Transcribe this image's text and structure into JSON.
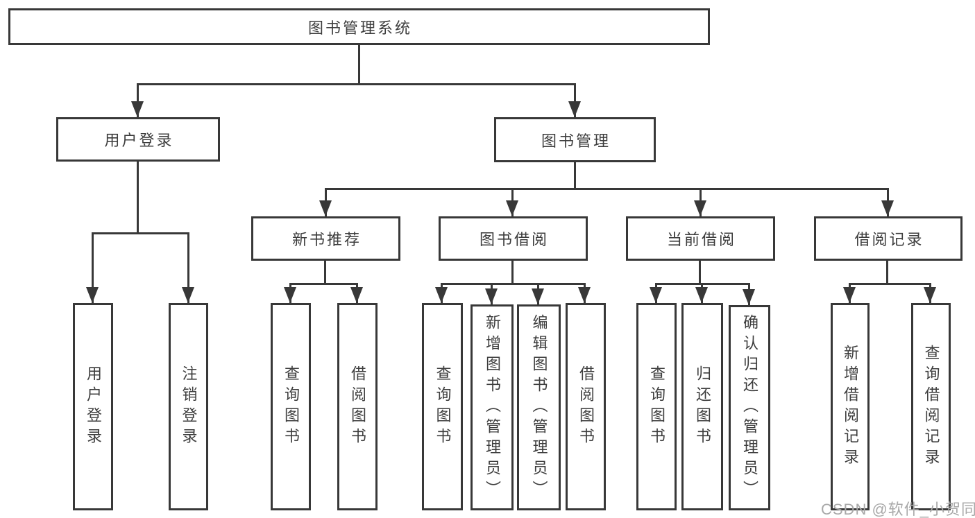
{
  "diagram": {
    "root": "图书管理系统",
    "level2": [
      {
        "label": "用户登录"
      },
      {
        "label": "图书管理"
      }
    ],
    "level3": [
      {
        "label": "新书推荐"
      },
      {
        "label": "图书借阅"
      },
      {
        "label": "当前借阅"
      },
      {
        "label": "借阅记录"
      }
    ],
    "leaves": {
      "user_login": [
        "用户登录",
        "注销登录"
      ],
      "new_book": [
        "查询图书",
        "借阅图书"
      ],
      "book_borrow": [
        "查询图书",
        "新增图书（管理员）",
        "编辑图书（管理员）",
        "借阅图书"
      ],
      "current_borrow": [
        "查询图书",
        "归还图书",
        "确认归还（管理员）"
      ],
      "borrow_records": [
        "新增借阅记录",
        "查询借阅记录"
      ]
    }
  },
  "watermark": "CSDN @软件_小贺同学",
  "colors": {
    "line": "#383838",
    "text": "#3d3d3d",
    "box_background": "#ffffff",
    "watermark": "#a9a9a9"
  }
}
